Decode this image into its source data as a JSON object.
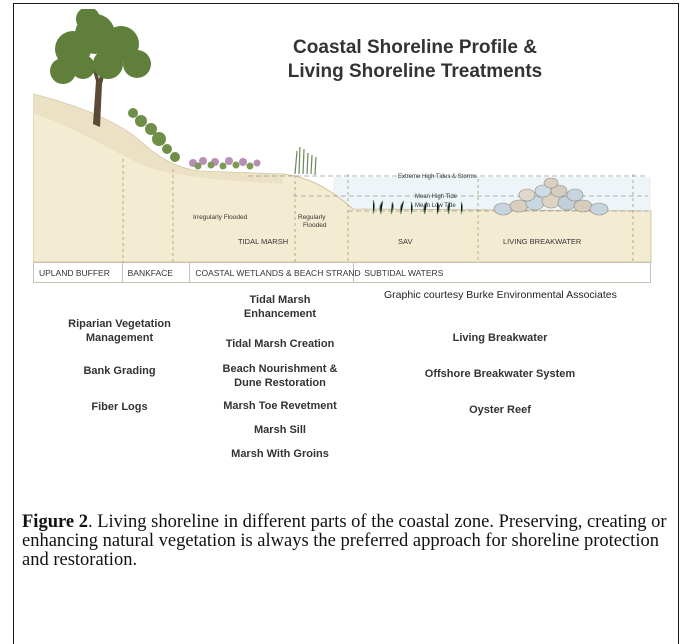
{
  "diagram": {
    "title_line1": "Coastal Shoreline Profile &",
    "title_line2": "Living Shoreline Treatments",
    "tide_labels": {
      "extreme": "Extreme High Tides & Storms",
      "mean_high": "Mean High Tide",
      "mean_low": "Mean Low Tide"
    },
    "marsh_labels": {
      "irregular": "Irregularly Flooded",
      "regular_line1": "Regularly",
      "regular_line2": "Flooded",
      "tidal_marsh": "TIDAL MARSH",
      "sav": "SAV",
      "living_breakwater": "LIVING BREAKWATER"
    },
    "zones": [
      "UPLAND BUFFER",
      "BANKFACE",
      "COASTAL WETLANDS & BEACH STRAND",
      "SUBTIDAL WATERS"
    ],
    "credit": "Graphic courtesy Burke Environmental Associates",
    "colors": {
      "sand": "#f4ecd2",
      "slope": "#e9dfc0",
      "water": "#eef5f8",
      "tree": "#5f7f3b",
      "trunk": "#5a4a36"
    }
  },
  "treatments": {
    "upland": [
      "Riparian Vegetation Management",
      "Bank Grading",
      "Fiber Logs"
    ],
    "wetlands": [
      "Tidal Marsh Enhancement",
      "Tidal Marsh Creation",
      "Beach Nourishment & Dune Restoration",
      "Marsh Toe Revetment",
      "Marsh Sill",
      "Marsh With Groins"
    ],
    "subtidal": [
      "Living Breakwater",
      "Offshore Breakwater System",
      "Oyster Reef"
    ]
  },
  "caption": {
    "label": "Figure 2",
    "text": ".  Living shoreline in different parts of the coastal zone.  Preserving, creating or enhancing natural vegetation is always the preferred approach for shoreline protection and restoration."
  }
}
